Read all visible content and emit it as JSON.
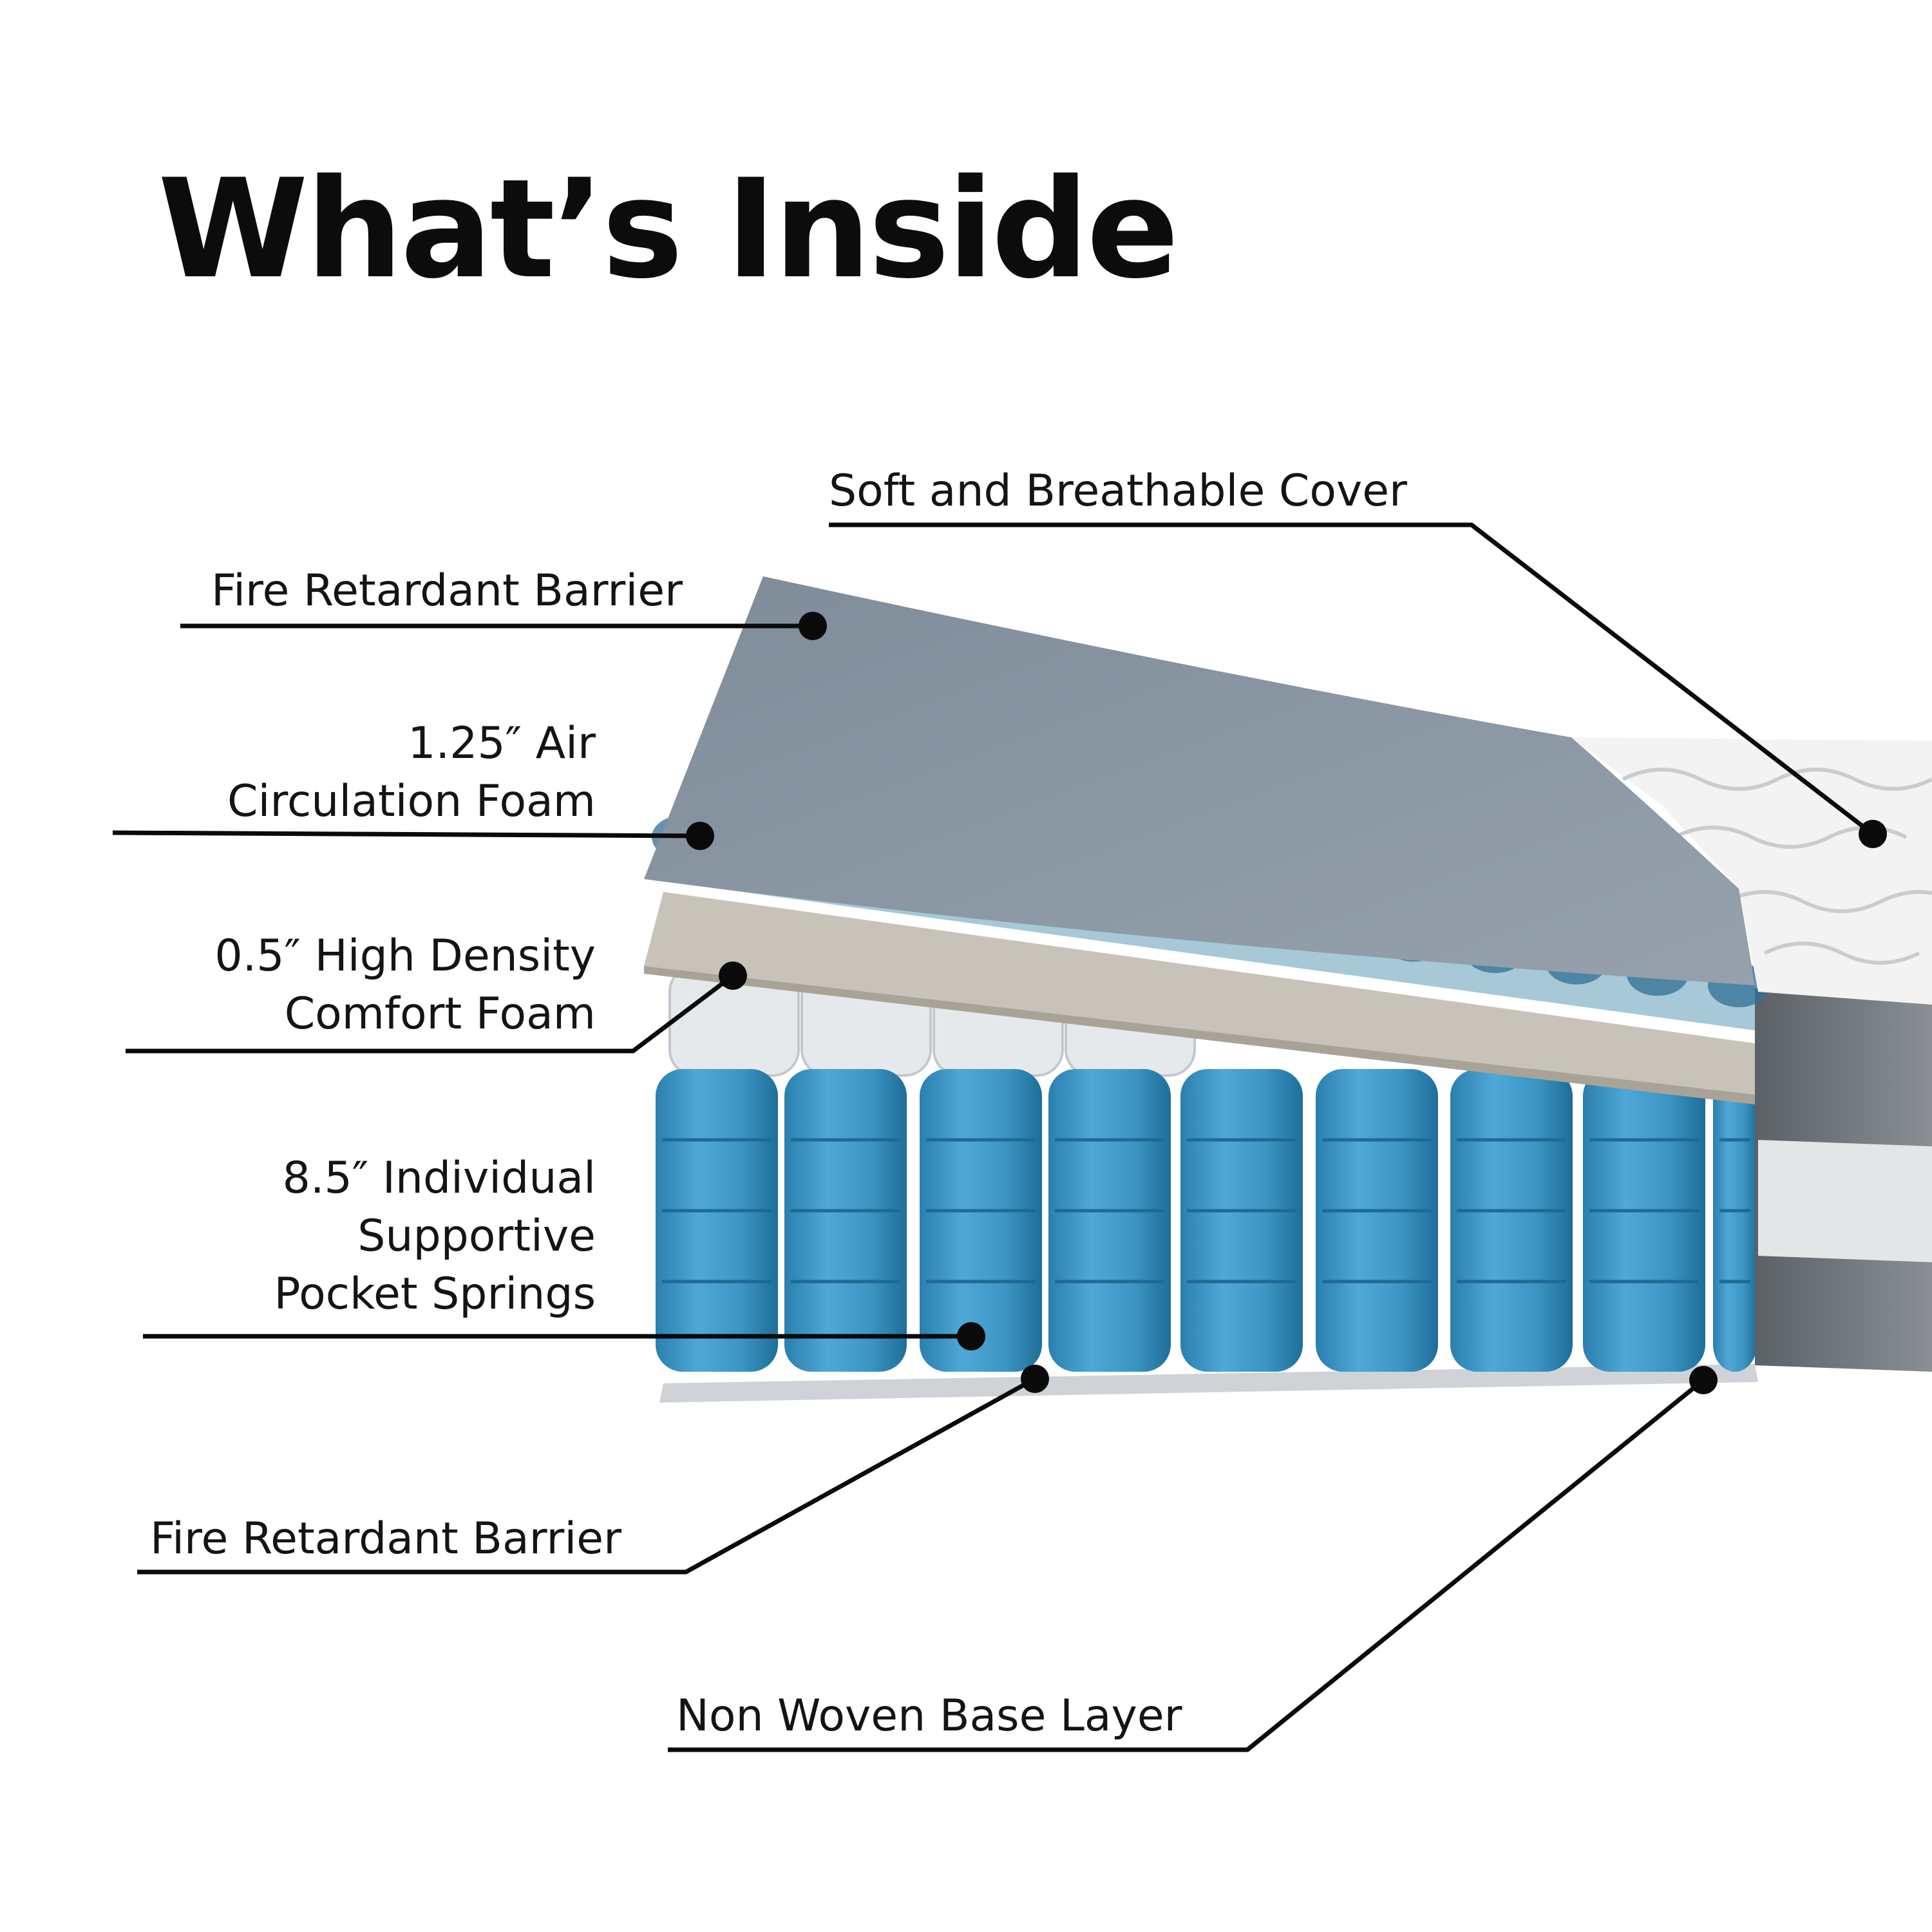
{
  "title": "What’s Inside",
  "callouts": {
    "cover": "Soft and Breathable Cover",
    "fire_top": "Fire Retardant Barrier",
    "air_foam": [
      "1.25″ Air",
      "Circulation Foam"
    ],
    "comfort_foam": [
      "0.5″ High Density",
      "Comfort Foam"
    ],
    "springs": [
      "8.5″ Individual",
      "Supportive",
      "Pocket Springs"
    ],
    "fire_bottom": "Fire Retardant Barrier",
    "base": "Non Woven Base Layer"
  },
  "colors": {
    "barrier_sheet": "#8a96a3",
    "air_foam": "#9fc3d3",
    "comfort_foam": "#c9c5bb",
    "spring_pocket": "#3f9ac7",
    "cover_quilt": "#f2f2f2",
    "side_panel": "#6e7378",
    "leader_line": "#0a0a0a"
  }
}
